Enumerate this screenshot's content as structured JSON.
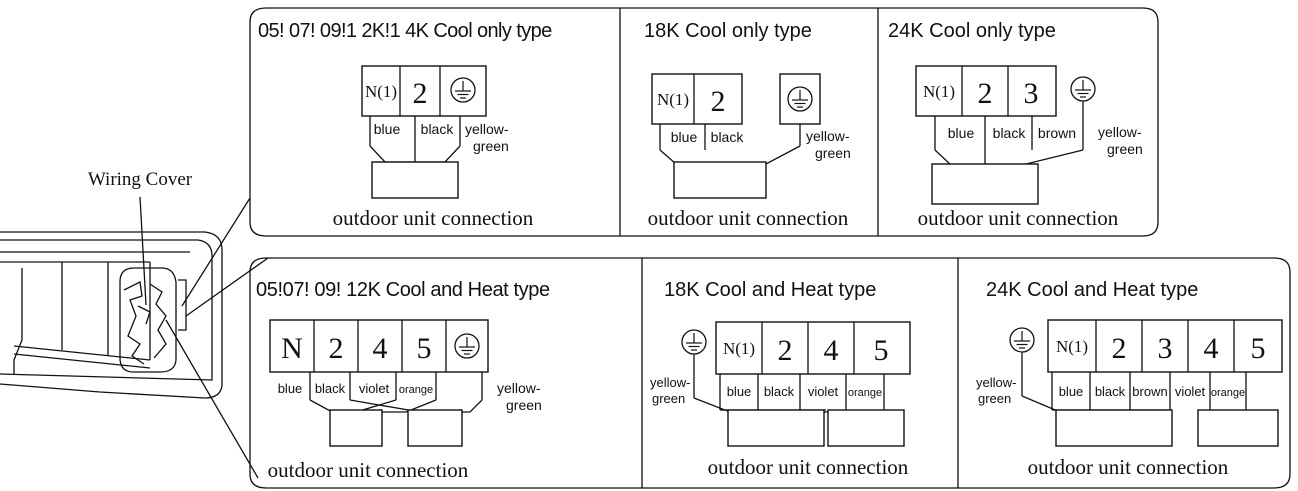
{
  "unit_label": "Wiring Cover",
  "top_panels": [
    {
      "title": "05!  07!  09!1   2K!1   4K Cool only type",
      "terminals": [
        "N(1)",
        "2",
        "ground"
      ],
      "wires": [
        "blue",
        "black",
        "yellow-\ngreen"
      ],
      "caption": "outdoor unit connection"
    },
    {
      "title": "18K   Cool only type",
      "terminals": [
        "N(1)",
        "2",
        "ground"
      ],
      "wires": [
        "blue",
        "black",
        "yellow-\ngreen"
      ],
      "caption": "outdoor unit connection"
    },
    {
      "title": "24K   Cool only type",
      "terminals": [
        "N(1)",
        "2",
        "3",
        "ground"
      ],
      "wires": [
        "blue",
        "black",
        "brown",
        "yellow-\ngreen"
      ],
      "caption": "outdoor unit connection"
    }
  ],
  "bottom_panels": [
    {
      "title": "05!07!    09!  12K Cool and Heat type",
      "terminals": [
        "N",
        "2",
        "4",
        "5",
        "ground"
      ],
      "wires": [
        "blue",
        "black",
        "violet",
        "orange",
        "yellow-\ngreen"
      ],
      "caption": "outdoor unit connection"
    },
    {
      "title": "18K  Cool and Heat type",
      "terminals": [
        "ground",
        "N(1)",
        "2",
        "4",
        "5"
      ],
      "wires": [
        "yellow-\ngreen",
        "blue",
        "black",
        "violet",
        "orange"
      ],
      "caption": "outdoor unit connection"
    },
    {
      "title": "24K  Cool and Heat type",
      "terminals": [
        "ground",
        "N(1)",
        "2",
        "3",
        "4",
        "5"
      ],
      "wires": [
        "yellow-\ngreen",
        "blue",
        "black",
        "brown",
        "violet",
        "orange"
      ],
      "caption": "outdoor unit connection"
    }
  ]
}
